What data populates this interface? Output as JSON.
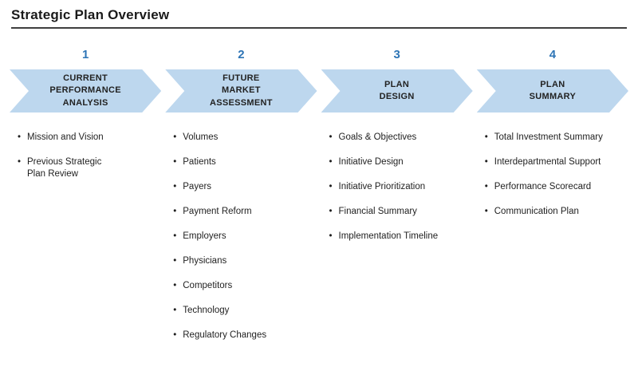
{
  "title": "Strategic Plan Overview",
  "colors": {
    "number_blue": "#2E75B6",
    "arrow_fill": "#BDD7EE",
    "arrow_text": "#222222",
    "body_text": "#1F1F1F"
  },
  "steps": [
    {
      "number": "1",
      "label": "CURRENT\nPERFORMANCE\nANALYSIS",
      "items": [
        "Mission and Vision",
        "Previous Strategic\nPlan Review"
      ]
    },
    {
      "number": "2",
      "label": "FUTURE\nMARKET\nASSESSMENT",
      "items": [
        "Volumes",
        "Patients",
        "Payers",
        "Payment Reform",
        "Employers",
        "Physicians",
        "Competitors",
        "Technology",
        "Regulatory Changes"
      ]
    },
    {
      "number": "3",
      "label": "PLAN\nDESIGN",
      "items": [
        "Goals & Objectives",
        "Initiative Design",
        "Initiative Prioritization",
        "Financial Summary",
        "Implementation Timeline"
      ]
    },
    {
      "number": "4",
      "label": "PLAN\nSUMMARY",
      "items": [
        "Total Investment Summary",
        "Interdepartmental Support",
        "Performance Scorecard",
        "Communication Plan"
      ]
    }
  ]
}
